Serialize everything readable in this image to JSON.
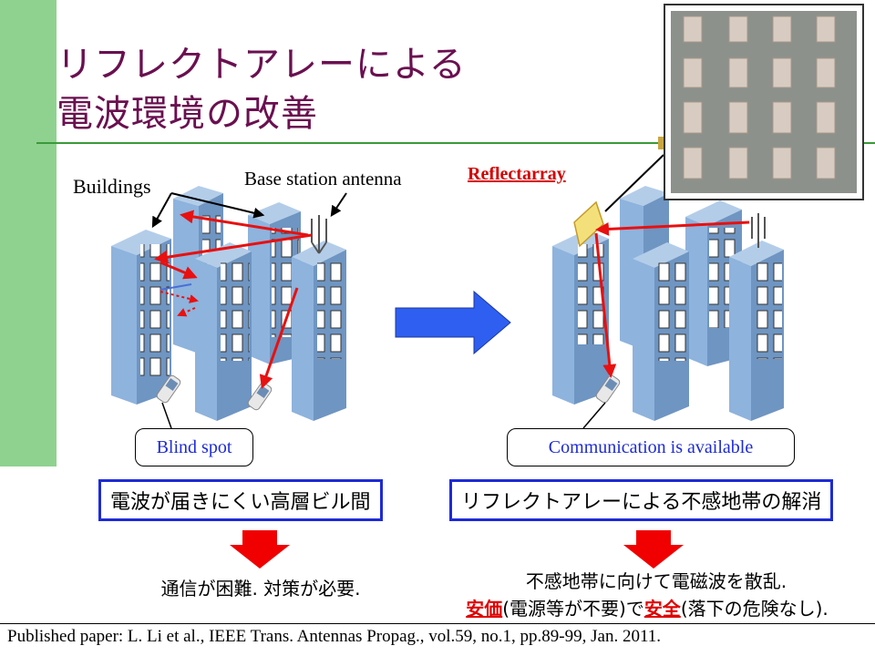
{
  "title": {
    "line1": "リフレクトアレーによる",
    "line2": "電波環境の改善"
  },
  "labels": {
    "buildings": "Buildings",
    "base_station": "Base station antenna",
    "reflectarray": "Reflectarray",
    "blind_spot": "Blind spot",
    "communication": "Communication is available"
  },
  "captions": {
    "left": "電波が届きにくい高層ビル間",
    "right": "リフレクトアレーによる不感地帯の解消"
  },
  "results": {
    "left": "通信が困難. 対策が必要.",
    "right_line1": "不感地帯に向けて電磁波を散乱.",
    "right_line2": {
      "w1": "安価",
      "t1": "(電源等が不要)で",
      "w2": "安全",
      "t2": "(落下の危険なし)."
    }
  },
  "footer": {
    "citation": "Published paper: L. Li et al., IEEE Trans. Antennas Propag., vol.59, no.1, pp.89-99, Jan. 2011."
  },
  "colors": {
    "building": "#8eb3dd",
    "window": "#ffffff",
    "signal_ray": "#e81010",
    "transition_arrow": "#2f5ff0",
    "caption_border": "#1d2bd6",
    "result_arrow": "#f00000",
    "sidebar": "#8fd28f",
    "title_text": "#6a1050",
    "reflectarray_panel": "#f4e07a"
  }
}
